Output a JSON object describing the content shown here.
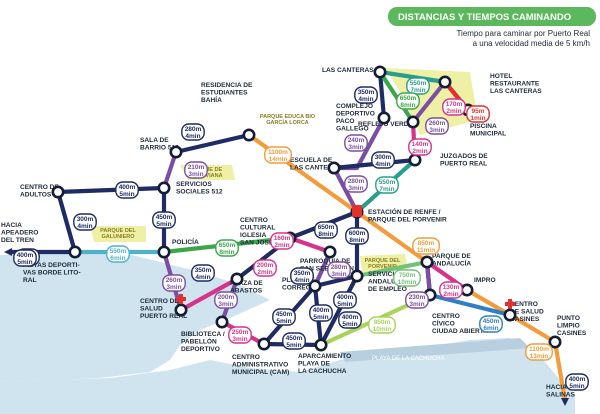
{
  "header": {
    "title": "DISTANCIAS Y TIEMPOS CAMINANDO",
    "subtitle_line1": "Tiempo para caminar por Puerto Real",
    "subtitle_line2": "a una velocidad media de 5 km/h"
  },
  "colors": {
    "header_bg": "#5cb85c",
    "sea": "#cfe4ef",
    "text": "#1d2a3a",
    "line_navy": "#1f2c63",
    "line_teal": "#2a9d8f",
    "line_purple": "#7b4ea3",
    "line_magenta": "#d6338a",
    "line_orange": "#f39c3d",
    "line_green": "#3aa84a",
    "line_red": "#e0312d",
    "line_lime": "#a9d35a",
    "line_blue": "#2e7fc4",
    "line_lightgreen": "#74c27a"
  },
  "stops": [
    {
      "id": "las_canteras",
      "label": [
        "LAS CANTERAS"
      ]
    },
    {
      "id": "hotel",
      "label": [
        "HOTEL",
        "RESTAURANTE",
        "LAS CANTERAS"
      ]
    },
    {
      "id": "piscina",
      "label": [
        "PISCINA",
        "MUNICIPAL"
      ]
    },
    {
      "id": "complejo",
      "label": [
        "COMPLEJO",
        "DEPORTIVO",
        "PACO",
        "GALLEGO"
      ]
    },
    {
      "id": "reflejo",
      "label": [
        "REFLEJO VERDE"
      ]
    },
    {
      "id": "residencia",
      "label": [
        "RESIDENCIA DE",
        "ESTUDIANTES",
        "BAHÍA"
      ]
    },
    {
      "id": "sala",
      "label": [
        "SALA DE",
        "BARRIO 512"
      ]
    },
    {
      "id": "servicios",
      "label": [
        "SERVICIOS",
        "SOCIALES 512"
      ]
    },
    {
      "id": "centro_adultos",
      "label": [
        "CENTRO DE",
        "ADULTOS"
      ]
    },
    {
      "id": "escuela",
      "label": [
        "ESCUELA DE",
        "LAS CANTERAS"
      ]
    },
    {
      "id": "juzgados",
      "label": [
        "JUZGADOS DE",
        "PUERTO REAL"
      ]
    },
    {
      "id": "renfe",
      "label": [
        "ESTACIÓN DE RENFE /",
        "PARQUE DEL PORVENIR"
      ]
    },
    {
      "id": "pistas",
      "label": [
        "PISTAS DEPORTI-",
        "VAS BORDE LITO-",
        "RAL"
      ]
    },
    {
      "id": "policia",
      "label": [
        "POLICÍA"
      ]
    },
    {
      "id": "centro_cultural",
      "label": [
        "CENTRO",
        "CULTURAL",
        "IGLESIA",
        "SAN JOSÉ"
      ]
    },
    {
      "id": "parroquia",
      "label": [
        "PARROQUIA DE",
        "SAN SEBASTIÁN"
      ]
    },
    {
      "id": "centro_salud_pr",
      "label": [
        "CENTRO DE",
        "SALUD",
        "PUERTO REAL"
      ]
    },
    {
      "id": "plaza_abastos",
      "label": [
        "PLAZA DE",
        "ABASTOS"
      ]
    },
    {
      "id": "plaza_correos",
      "label": [
        "PLAZA DE",
        "CORREOS"
      ]
    },
    {
      "id": "servicio_andaluz",
      "label": [
        "SERVICIO",
        "ANDALUZ",
        "DE EMPLEO"
      ]
    },
    {
      "id": "parque_andalucia",
      "label": [
        "PARQUE DE",
        "ANDALUCÍA"
      ]
    },
    {
      "id": "biblioteca",
      "label": [
        "BIBLIOTECA /",
        "PABELLÓN",
        "DEPORTIVO"
      ]
    },
    {
      "id": "centro_admin",
      "label": [
        "CENTRO",
        "ADMINISTRATIVO",
        "MUNICIPAL (CAM)"
      ]
    },
    {
      "id": "aparcamiento",
      "label": [
        "APARCAMIENTO",
        "PLAYA DE",
        "LA CACHUCHA"
      ]
    },
    {
      "id": "centro_civico",
      "label": [
        "CENTRO",
        "CÍVICO",
        "CIUDAD ABIERTA"
      ]
    },
    {
      "id": "impro",
      "label": [
        "IMPRO"
      ]
    },
    {
      "id": "centro_salud_casines",
      "label": [
        "CENTRO",
        "DE SALUD",
        "CASINES"
      ]
    },
    {
      "id": "punto_limpio",
      "label": [
        "PUNTO",
        "LIMPIO",
        "CASINES"
      ]
    },
    {
      "id": "hacia_salinas",
      "label": [
        "HACIA",
        "SALINAS"
      ]
    },
    {
      "id": "hacia_apeadero",
      "label": [
        "HACIA",
        "APEADERO",
        "DEL TREN"
      ]
    }
  ],
  "parks": [
    {
      "id": "parque_luvania",
      "label": [
        "PARQUE DE",
        "LA LUVIANA"
      ]
    },
    {
      "id": "parque_vida",
      "label": [
        "PARQUE EDUCA BIO",
        "GARCÍA LORCA"
      ]
    },
    {
      "id": "parque_galuniero",
      "label": [
        "PARQUE DEL",
        "GALUNIERO"
      ]
    },
    {
      "id": "parque_porvenir",
      "label": [
        "PARQUE DEL",
        "PORVENIR"
      ]
    }
  ],
  "beach_label": "PLAYA DE LA CACHUCHA",
  "segments": [
    {
      "d": "550m",
      "t": "7min",
      "color": "teal"
    },
    {
      "d": "170m",
      "t": "2min",
      "color": "magenta"
    },
    {
      "d": "95m",
      "t": "1min",
      "color": "red"
    },
    {
      "d": "350m",
      "t": "4min",
      "color": "navy"
    },
    {
      "d": "650m",
      "t": "8min",
      "color": "green"
    },
    {
      "d": "260m",
      "t": "3min",
      "color": "purple"
    },
    {
      "d": "240m",
      "t": "3min",
      "color": "purple"
    },
    {
      "d": "140m",
      "t": "2min",
      "color": "magenta"
    },
    {
      "d": "280m",
      "t": "4min",
      "color": "navy"
    },
    {
      "d": "210m",
      "t": "3min",
      "color": "purple"
    },
    {
      "d": "1100m",
      "t": "14min",
      "color": "orange"
    },
    {
      "d": "280m",
      "t": "3min",
      "color": "purple"
    },
    {
      "d": "300m",
      "t": "4min",
      "color": "navy"
    },
    {
      "d": "550m",
      "t": "7min",
      "color": "teal"
    },
    {
      "d": "400m",
      "t": "5min",
      "color": "navy"
    },
    {
      "d": "450m",
      "t": "5min",
      "color": "navy"
    },
    {
      "d": "300m",
      "t": "4min",
      "color": "navy"
    },
    {
      "d": "650m",
      "t": "8min",
      "color": "navy"
    },
    {
      "d": "600m",
      "t": "8min",
      "color": "navy"
    },
    {
      "d": "400m",
      "t": "5min",
      "color": "navy"
    },
    {
      "d": "550m",
      "t": "6min",
      "color": "lightblue"
    },
    {
      "d": "650m",
      "t": "8min",
      "color": "green"
    },
    {
      "d": "160m",
      "t": "2min",
      "color": "magenta"
    },
    {
      "d": "350m",
      "t": "4min",
      "color": "navy"
    },
    {
      "d": "260m",
      "t": "3min",
      "color": "purple"
    },
    {
      "d": "200m",
      "t": "2min",
      "color": "magenta"
    },
    {
      "d": "280m",
      "t": "3min",
      "color": "purple"
    },
    {
      "d": "850m",
      "t": "11min",
      "color": "orange"
    },
    {
      "d": "350m",
      "t": "4min",
      "color": "navy"
    },
    {
      "d": "200m",
      "t": "3min",
      "color": "purple"
    },
    {
      "d": "750m",
      "t": "10min",
      "color": "lightgreen"
    },
    {
      "d": "400m",
      "t": "5min",
      "color": "navy"
    },
    {
      "d": "230m",
      "t": "3min",
      "color": "purple"
    },
    {
      "d": "130m",
      "t": "2min",
      "color": "magenta"
    },
    {
      "d": "450m",
      "t": "5min",
      "color": "navy"
    },
    {
      "d": "400m",
      "t": "5min",
      "color": "navy"
    },
    {
      "d": "250m",
      "t": "3min",
      "color": "magenta"
    },
    {
      "d": "450m",
      "t": "5min",
      "color": "navy"
    },
    {
      "d": "400m",
      "t": "5min",
      "color": "navy"
    },
    {
      "d": "850m",
      "t": "10min",
      "color": "lime"
    },
    {
      "d": "450m",
      "t": "6min",
      "color": "blue"
    },
    {
      "d": "1100m",
      "t": "13min",
      "color": "orange"
    },
    {
      "d": "400m",
      "t": "5min",
      "color": "navy"
    },
    {
      "d": "400m",
      "t": "5min",
      "color": "navy"
    }
  ]
}
